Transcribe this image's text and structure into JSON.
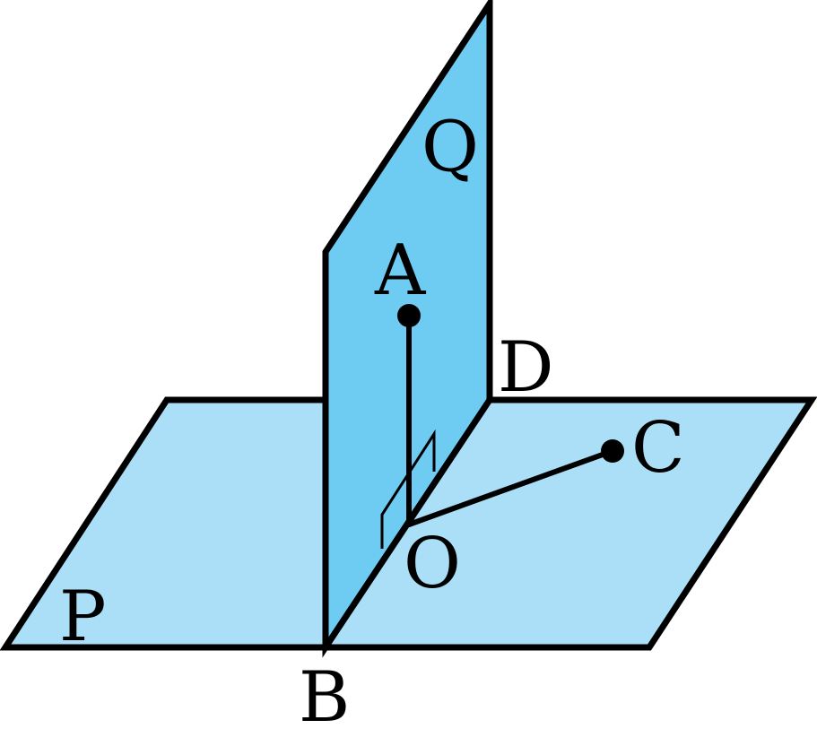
{
  "colors": {
    "plane_p": "#aadff7",
    "plane_q": "#6ecbf2",
    "stroke": "#000000"
  },
  "labels": {
    "plane_p": "P",
    "plane_q": "Q",
    "point_a": "A",
    "point_b": "B",
    "point_c": "C",
    "point_d": "D",
    "point_o": "O"
  }
}
